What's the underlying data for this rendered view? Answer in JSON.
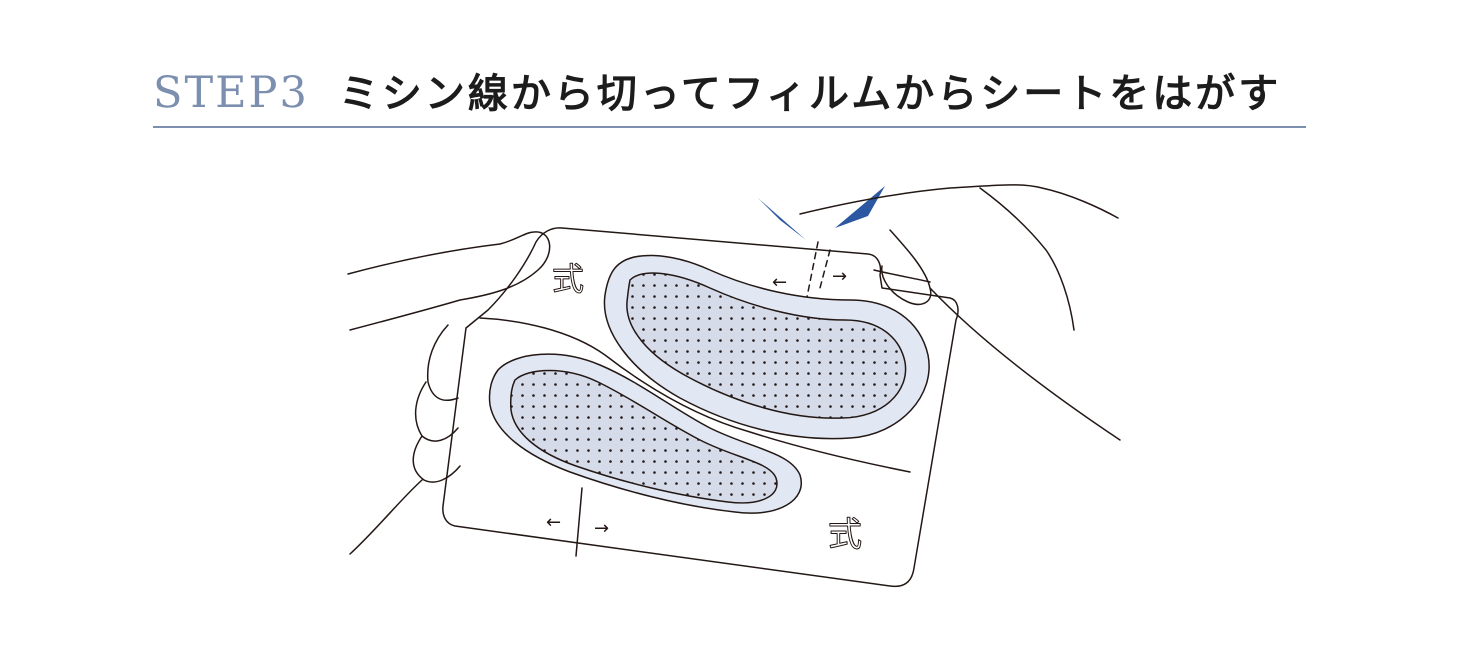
{
  "heading": {
    "step": "STEP3",
    "title": "ミシン線から切ってフィルムからシートをはがす"
  },
  "sheet": {
    "marks": [
      "←",
      "→",
      "←",
      "→"
    ],
    "kanji_top": "式",
    "kanji_bottom": "式"
  },
  "colors": {
    "accent": "#2b58a0",
    "step_label": "#7d8fae",
    "title": "#1c1c1c",
    "patch_fill": "#e2e8f3",
    "patch_inner": "#d5dbe8",
    "line": "#231815"
  }
}
